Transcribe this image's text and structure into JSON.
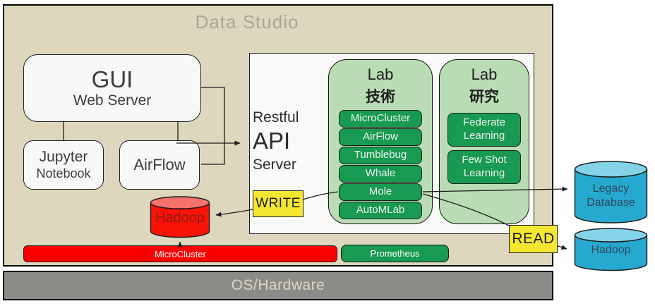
{
  "title": "Data Studio",
  "gui_box": {
    "title": "GUI",
    "subtitle": "Web Server"
  },
  "jupyter_box": {
    "line1": "Jupyter",
    "line2": "Notebook"
  },
  "airflow_box": {
    "label": "AirFlow"
  },
  "api_box": {
    "line1": "Restful",
    "line2": "API",
    "line3": "Server"
  },
  "lab_tech": {
    "title": "Lab",
    "subtitle": "技術",
    "items": [
      "MicroCluster",
      "AirFlow",
      "Tumblebug",
      "Whale",
      "Mole",
      "AutoMLab"
    ]
  },
  "lab_research": {
    "title": "Lab",
    "subtitle": "研究",
    "items": [
      "Federate Learning",
      "Few Shot Learning"
    ]
  },
  "write_box": {
    "label": "WRITE"
  },
  "read_box": {
    "label": "READ"
  },
  "hadoop_red": {
    "label": "Hadoop"
  },
  "legacy_db": {
    "label": "Legacy Database"
  },
  "hadoop_blue": {
    "label": "Hadoop"
  },
  "runtime_bars": {
    "microcluster": "MicroCluster",
    "prometheus": "Prometheus"
  },
  "os_bar": {
    "label": "OS/Hardware"
  },
  "colors": {
    "beige": "#dcd7bd",
    "lab_green": "#b9dcb4",
    "button_green": "#189a52",
    "yellow": "#f5e731",
    "red": "#fb0000",
    "red_cyl_top": "#f4736b",
    "blue": "#27a9cf",
    "blue_cyl_top": "#85d3e9",
    "gray_bar": "#8b8b88"
  }
}
